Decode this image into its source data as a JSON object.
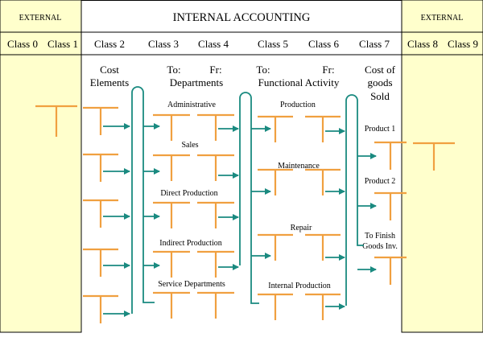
{
  "header": {
    "external_left": "EXTERNAL",
    "internal": "INTERNAL ACCOUNTING",
    "external_right": "EXTERNAL"
  },
  "classes": [
    "Class 0",
    "Class 1",
    "Class 2",
    "Class 3",
    "Class 4",
    "Class 5",
    "Class 6",
    "Class 7",
    "Class 8",
    "Class 9"
  ],
  "column_heads": {
    "cost_line1": "Cost",
    "cost_line2": "Elements",
    "to1": "To:",
    "fr1": "Fr:",
    "departments": "Departments",
    "to2": "To:",
    "fr2": "Fr:",
    "functional_activity": "Functional Activity",
    "cogs_line1": "Cost of",
    "cogs_line2": "goods",
    "cogs_line3": "Sold"
  },
  "departments": [
    "Administrative",
    "Sales",
    "Direct Production",
    "Indirect Production",
    "Service Departments"
  ],
  "functions": [
    "Production",
    "Maintenance",
    "Repair",
    "Internal Production"
  ],
  "products": [
    "Product 1",
    "Product 2",
    "To Finish",
    "Goods Inv."
  ],
  "colors": {
    "external_fill": "#ffffcc",
    "account_t": "#f0a040",
    "flow_line": "#1a8a80",
    "border": "#000000"
  }
}
